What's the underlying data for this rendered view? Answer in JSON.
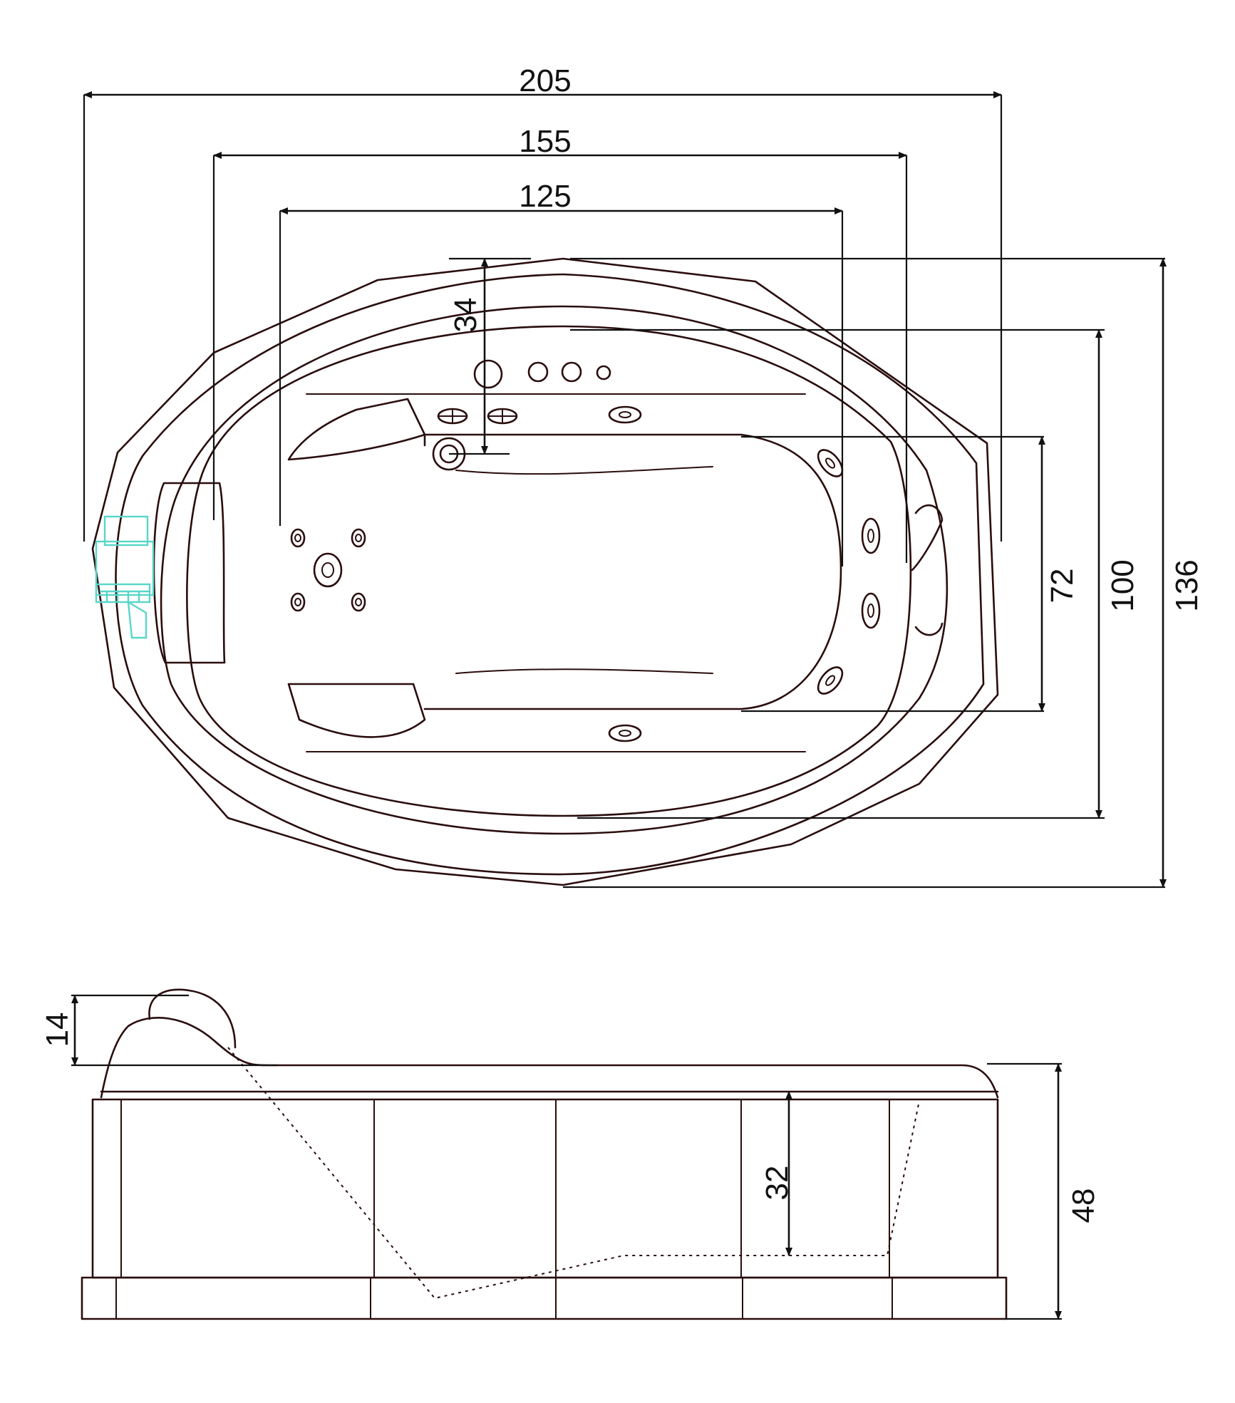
{
  "top_view": {
    "dimensions": {
      "overall_length": "205",
      "mid_length": "155",
      "inner_length": "125",
      "overall_width": "136",
      "mid_width": "100",
      "inner_width": "72",
      "fixture_offset": "34"
    }
  },
  "side_view": {
    "dimensions": {
      "headrest_height": "14",
      "inner_depth": "32",
      "total_height": "48"
    }
  },
  "colors": {
    "line": "#2a0d0d",
    "dimension": "#111111",
    "pump_highlight": "#58d6c8"
  }
}
